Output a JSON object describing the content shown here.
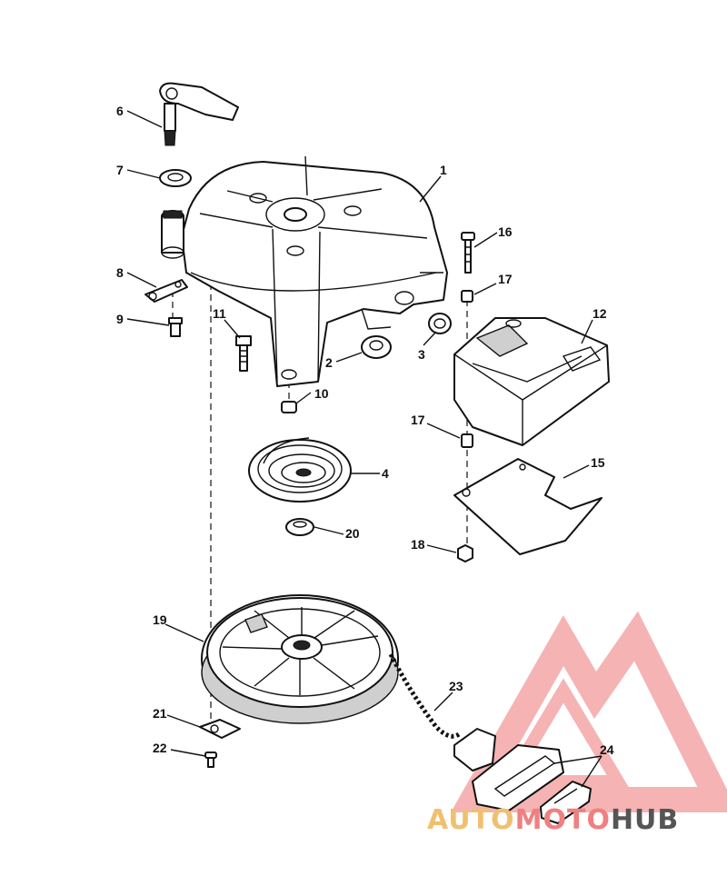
{
  "callouts": {
    "c1": "1",
    "c2": "2",
    "c3": "3",
    "c4": "4",
    "c6": "6",
    "c7": "7",
    "c8": "8",
    "c9": "9",
    "c10": "10",
    "c11": "11",
    "c12": "12",
    "c15": "15",
    "c16": "16",
    "c17a": "17",
    "c17b": "17",
    "c18": "18",
    "c19": "19",
    "c20": "20",
    "c21": "21",
    "c22": "22",
    "c23": "23",
    "c24": "24"
  },
  "watermark": {
    "part1": "AUTO",
    "part2": "MOTO",
    "part3": "HUB",
    "color_primary": "#f0a0a0",
    "color_accent": "#f0c070",
    "color_dark": "#555555"
  }
}
